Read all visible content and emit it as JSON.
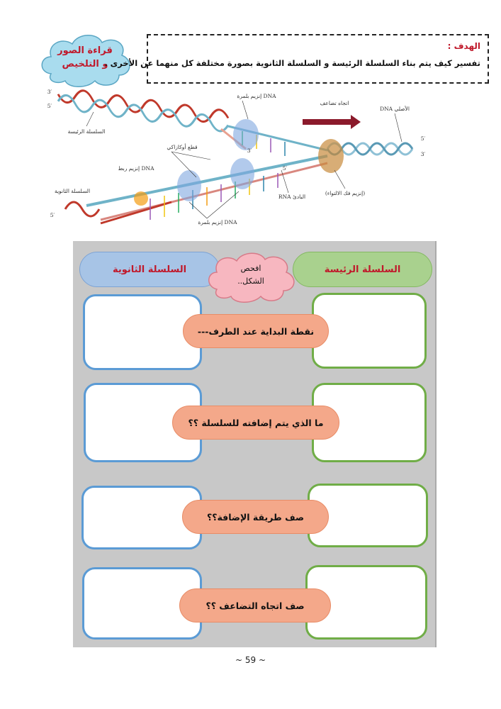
{
  "header": {
    "badge": [
      "قراءة الصور",
      "و التلخيص"
    ],
    "goal_label": "الهدف :",
    "goal_text": "تفسير كيف يتم بناء السلسلة الرئيسة و السلسلة الثانوية بصورة مختلفة كل منهما عن الأخرى ."
  },
  "figure": {
    "labels": {
      "leading_strand": "السلسلة الرئيسة",
      "polymerase_top": "إنزيم بلمرة DNA",
      "direction": "اتجاه تضاعف",
      "original_dna": "DNA الأصلي",
      "okazaki": "قطع أوكازاكي",
      "ligase": "إنزيم ربط DNA",
      "lagging_strand": "السلسلة الثانوية",
      "primer": "RNA البادئ",
      "helicase": "(إنزيم فك الالتواء)",
      "polymerase_bottom": "إنزيم بلمرة DNA",
      "end_3": "3′",
      "end_5": "5′"
    },
    "colors": {
      "red": "#c0392b",
      "blue": "#2e86ab",
      "arrow": "#8b1a2b"
    }
  },
  "worksheet": {
    "hint": [
      "افحص",
      "الشكل.."
    ],
    "col_secondary": "السلسلة الثانوية",
    "col_main": "السلسلة الرئيسة",
    "questions": [
      "نقطة البداية عند الطرف---",
      "ما الذي يتم إضافته للسلسلة ؟؟",
      "صف طريقة الإضافة؟؟",
      "صف اتجاه التضاعف ؟؟"
    ]
  },
  "footer": {
    "page_number": "~ 59 ~"
  }
}
